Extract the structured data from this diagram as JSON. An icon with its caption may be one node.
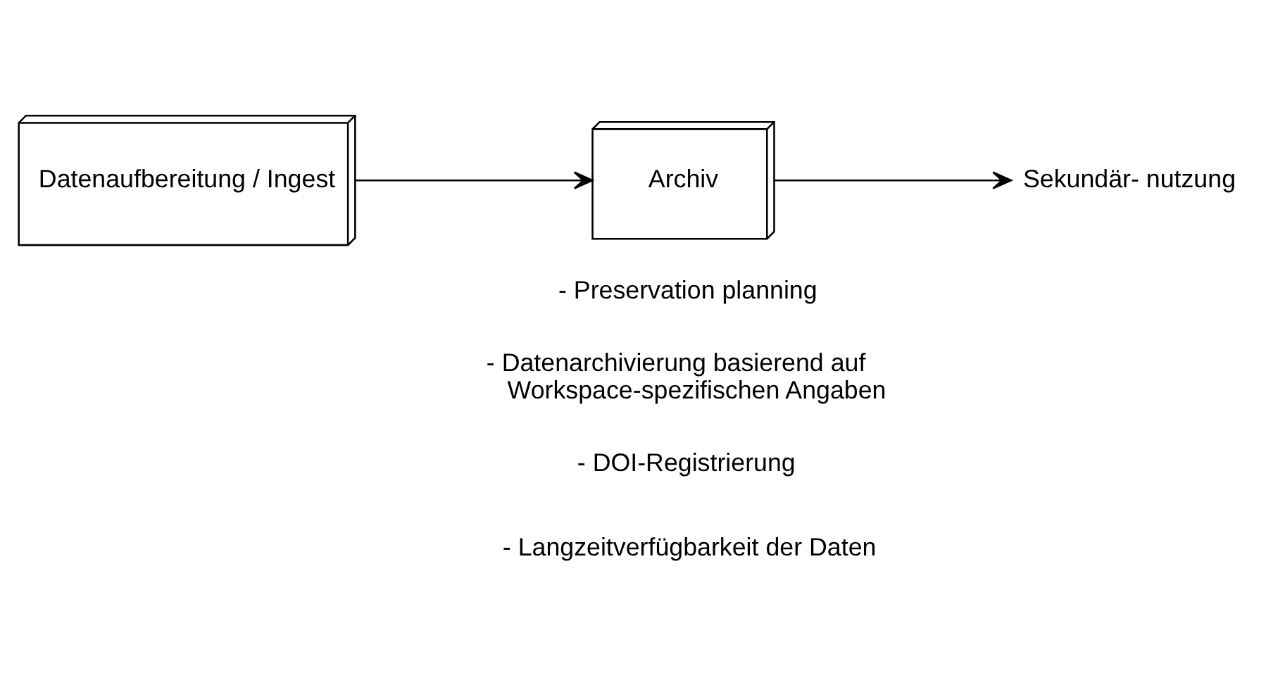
{
  "diagram": {
    "nodes": [
      {
        "text": [
          "Datenaufbereitung / Ingest"
        ]
      },
      {
        "text": [
          "Archiv"
        ]
      },
      {
        "text": [
          "Sekundär- nutzung"
        ]
      }
    ],
    "edges": [
      {
        "from": 0,
        "to": 1,
        "arrow": "to"
      },
      {
        "from": 1,
        "to": 2,
        "arrow": "to"
      }
    ],
    "labels": [
      "- Preservation planning",
      "- Datenarchivierung basierend auf Workspace-spezifischen Angaben",
      "- DOI-Registrierung",
      "- Langzeitverfügbarkeit der Daten"
    ]
  }
}
